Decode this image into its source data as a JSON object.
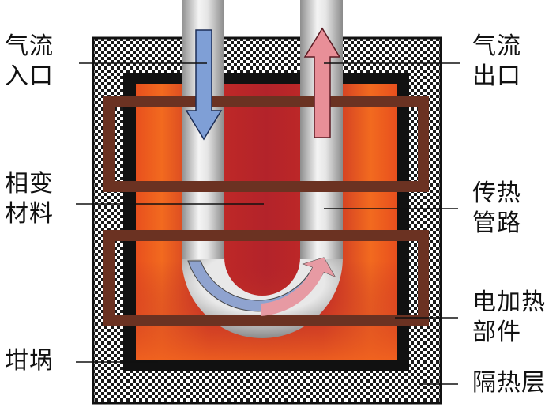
{
  "labels": {
    "inlet": [
      "气流",
      "入口"
    ],
    "outlet": [
      "气流",
      "出口"
    ],
    "pcm": [
      "相变",
      "材料"
    ],
    "pipe": [
      "传热",
      "管路"
    ],
    "heater": [
      "电加热",
      "部件"
    ],
    "crucible": [
      "坩埚"
    ],
    "insulation": [
      "隔热层"
    ]
  },
  "colors": {
    "insulation_dark": "#1a1a1a",
    "insulation_light": "#ffffff",
    "crucible_wall": "#111111",
    "pcm_center": "#b3232a",
    "pcm_edge": "#e8501e",
    "heater_band": "#6b3222",
    "pipe_light": "#f2f2f2",
    "pipe_dark": "#8e8e8e",
    "inflow_arrow": "#7f9fd6",
    "outflow_arrow": "#e88f98"
  },
  "icons": {
    "inflow": "arrow-down-icon",
    "outflow": "arrow-up-icon"
  }
}
